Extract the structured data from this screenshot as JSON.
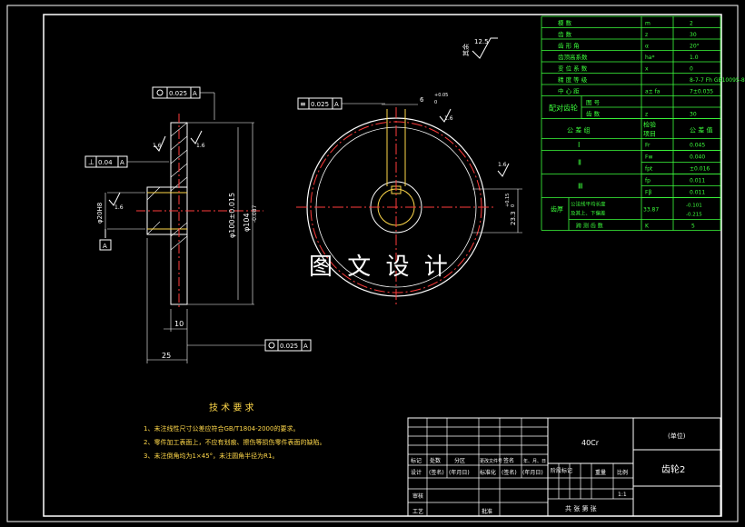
{
  "watermark": "图 文 设 计",
  "param_table": {
    "rows": [
      {
        "name": "模    数",
        "sym": "m",
        "val": "2"
      },
      {
        "name": "齿    数",
        "sym": "z",
        "val": "30"
      },
      {
        "name": "齿 形 角",
        "sym": "α",
        "val": "20°"
      },
      {
        "name": "齿顶高系数",
        "sym": "ha*",
        "val": "1.0"
      },
      {
        "name": "变 位 系 数",
        "sym": "x",
        "val": "0"
      },
      {
        "name": "精 度 等 级",
        "sym": "",
        "val": "8-7-7 Fh GB10095-88"
      },
      {
        "name": "中 心 距",
        "sym": "a± fa",
        "val": "7±0.035"
      }
    ],
    "mating_label": "配对齿轮",
    "mating_rows": [
      {
        "name": "图 号",
        "sym": "",
        "val": ""
      },
      {
        "name": "齿 数",
        "sym": "z",
        "val": "30"
      }
    ],
    "tol_header": {
      "group": "公 差 组",
      "item": "检验\n项目",
      "value": "公 差 值"
    },
    "tol_groups": [
      "Ⅰ",
      "Ⅱ",
      "Ⅲ"
    ],
    "tol_rows": [
      {
        "sym": "Fr",
        "val": "0.045"
      },
      {
        "sym": "Fw",
        "val": "0.040"
      },
      {
        "sym": "fpt",
        "val": "±0.016"
      },
      {
        "sym": "fp",
        "val": "0.011"
      },
      {
        "sym": "Fβ",
        "val": "0.011"
      }
    ],
    "span_label": "齿厚",
    "span_desc_1": "公法线平均长度",
    "span_desc_2": "及其上、下偏差",
    "span_value": "33.87",
    "span_dev_1": "-0.101",
    "span_dev_2": "-0.215",
    "span_count_label": "跨 测 齿 数",
    "span_count_sym": "K",
    "span_count_val": "5"
  },
  "section_view": {
    "gdt_top": "0.025",
    "gdt_top_ref": "A",
    "gdt_perp": "0.04",
    "gdt_perp_ref": "A",
    "gdt_bottom": "0.025",
    "gdt_bottom_ref": "A",
    "dim_hub_bore": "φ20H8",
    "dim_pitch": "φ100±0.015",
    "dim_outer": "φ104",
    "dim_outer_tol": "-0.087",
    "dim_hub_len": "10",
    "dim_total_len": "25",
    "rough_1": "1.6",
    "rough_2": "1.6",
    "rough_3": "1.6",
    "datum": "A"
  },
  "front_view": {
    "gdt_sym": "0.025",
    "gdt_ref": "A",
    "keyway_w": "6",
    "keyway_tol_1": "+0.05",
    "keyway_tol_2": "0",
    "keyway_depth": "23.3",
    "keyway_depth_tol_1": "+0.15",
    "keyway_depth_tol_2": "0",
    "rough_keyway": "1.6",
    "rough_side": "1.6"
  },
  "general_rough": {
    "value": "12.5",
    "label": "其余"
  },
  "tech_req": {
    "title": "技 术 要 求",
    "lines": [
      "1、未注线性尺寸公差应符合GB/T1804-2000的要求。",
      "2、零件加工表面上，不应有划痕、擦伤等损伤零件表面的缺陷。",
      "3、未注倒角均为1×45°，未注圆角半径为R1。"
    ]
  },
  "title_block": {
    "material": "40Cr",
    "company": "(单位)",
    "part_name": "齿轮2",
    "row_labels_1": [
      "标记",
      "处数",
      "分区",
      "更改文件号",
      "签名",
      "年、月、日"
    ],
    "row_labels_2": [
      "设计",
      "(签名)",
      "(年月日)",
      "标准化",
      "(签名)",
      "(年月日)"
    ],
    "stage_label": "阶段标记",
    "weight_label": "重量",
    "scale_label": "比例",
    "scale_val": "1:1",
    "review": "审核",
    "process": "工艺",
    "approve": "批准",
    "sheets": "共  张  第  张"
  }
}
